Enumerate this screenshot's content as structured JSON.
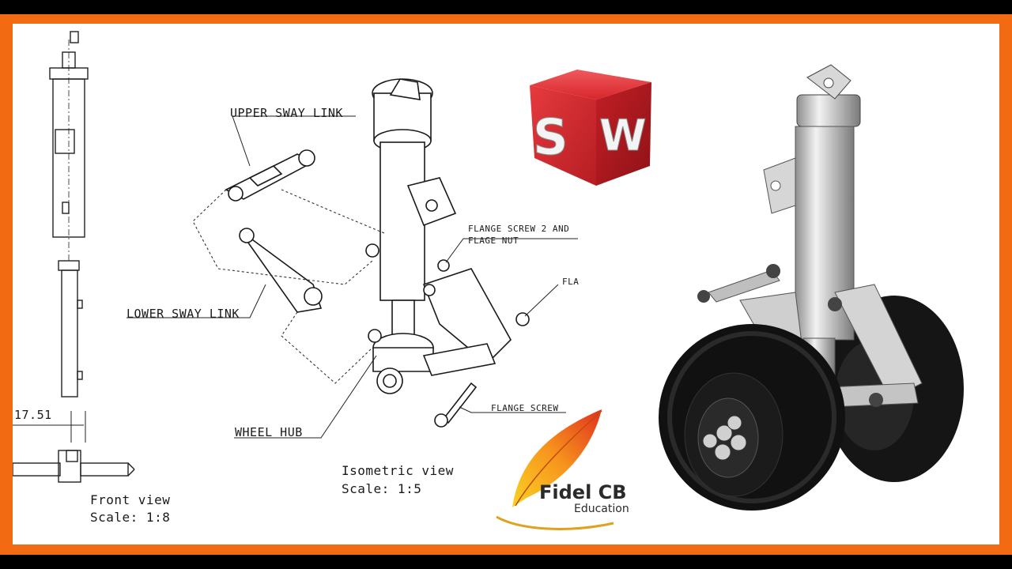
{
  "labels": {
    "upper_sway_link": "UPPER SWAY LINK",
    "lower_sway_link": "LOWER SWAY LINK",
    "wheel_hub": "WHEEL HUB",
    "flange_screw_2": "FLANGE SCREW 2 AND",
    "flange_nut": "FLAGE NUT",
    "flange_screw": "FLANGE SCREW",
    "fla_cut": "FLA",
    "dimension": "17.51"
  },
  "views": {
    "front_title": "Front view",
    "front_scale": "Scale:  1:8",
    "iso_title": "Isometric view",
    "iso_scale": "Scale:  1:5"
  },
  "logo": {
    "letters": "SW",
    "brand_name": "Fidel CB",
    "brand_sub": "Education"
  },
  "colors": {
    "frame": "#f26a11",
    "cube": "#d8262b",
    "tire": "#111111",
    "metal": "#c9c9c9"
  }
}
